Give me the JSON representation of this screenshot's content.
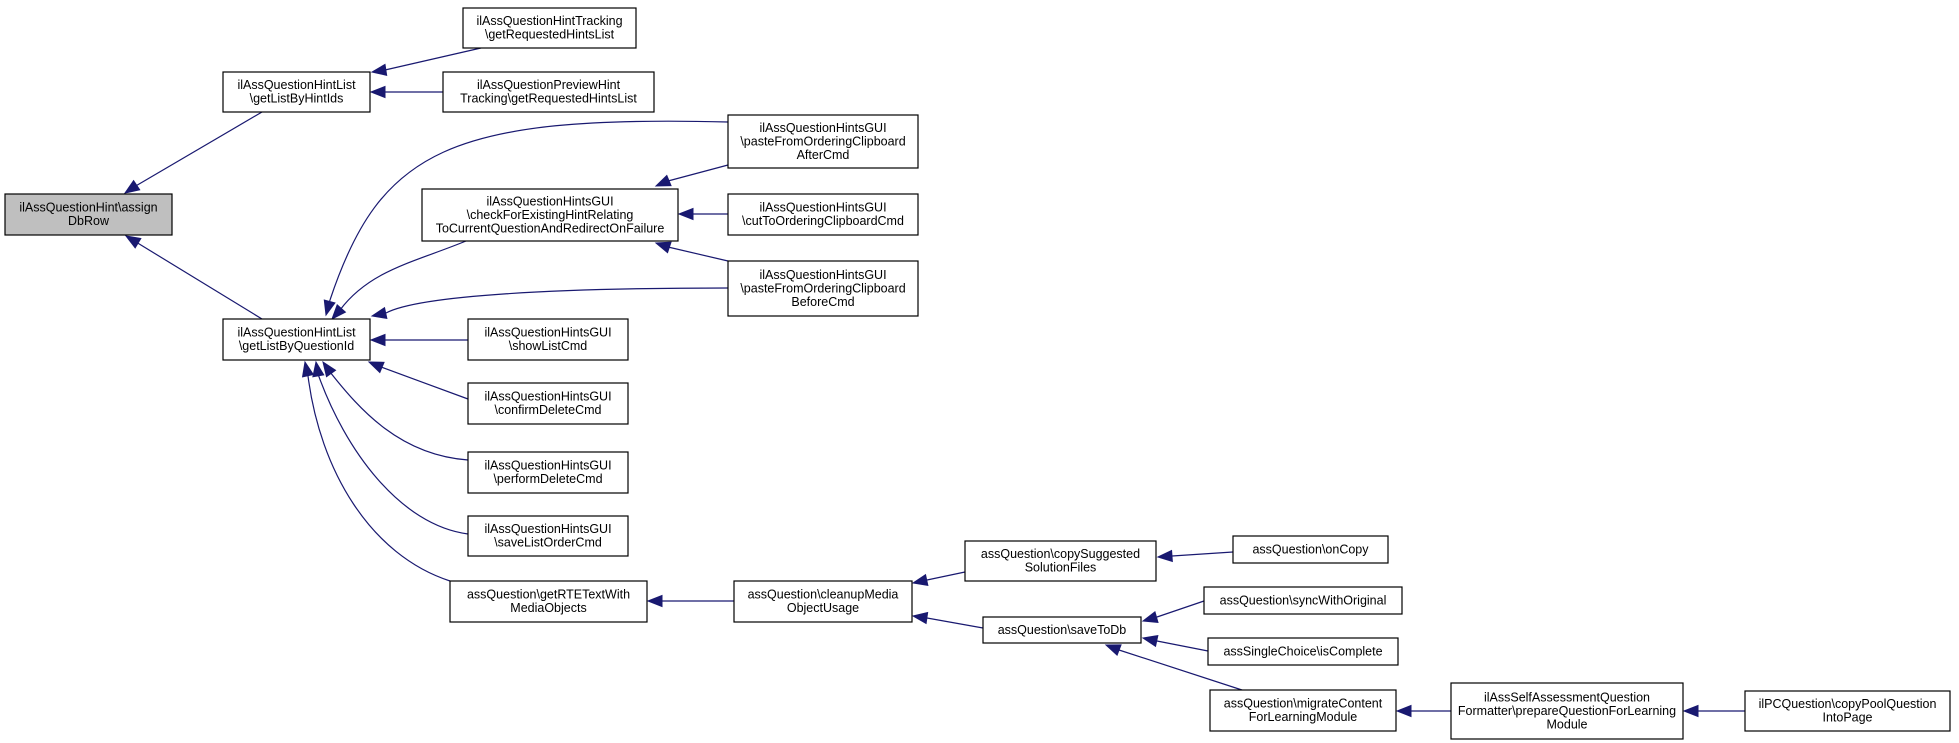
{
  "colors": {
    "edge": "#191970",
    "root_fill": "#bfbfbf",
    "node_fill": "#ffffff",
    "border": "#000000"
  },
  "nodes": [
    {
      "id": "root",
      "lines": [
        "ilAssQuestionHint\\assign",
        "DbRow"
      ],
      "highlight": true
    },
    {
      "id": "hintlist_ids",
      "lines": [
        "ilAssQuestionHintList",
        "\\getListByHintIds"
      ]
    },
    {
      "id": "hintlist_qid",
      "lines": [
        "ilAssQuestionHintList",
        "\\getListByQuestionId"
      ]
    },
    {
      "id": "tracking_req",
      "lines": [
        "ilAssQuestionHintTracking",
        "\\getRequestedHintsList"
      ]
    },
    {
      "id": "preview_req",
      "lines": [
        "ilAssQuestionPreviewHint",
        "Tracking\\getRequestedHintsList"
      ]
    },
    {
      "id": "check_existing",
      "lines": [
        "ilAssQuestionHintsGUI",
        "\\checkForExistingHintRelating",
        "ToCurrentQuestionAndRedirectOnFailure"
      ]
    },
    {
      "id": "paste_after",
      "lines": [
        "ilAssQuestionHintsGUI",
        "\\pasteFromOrderingClipboard",
        "AfterCmd"
      ]
    },
    {
      "id": "cut_clip",
      "lines": [
        "ilAssQuestionHintsGUI",
        "\\cutToOrderingClipboardCmd"
      ]
    },
    {
      "id": "paste_before",
      "lines": [
        "ilAssQuestionHintsGUI",
        "\\pasteFromOrderingClipboard",
        "BeforeCmd"
      ]
    },
    {
      "id": "show_list",
      "lines": [
        "ilAssQuestionHintsGUI",
        "\\showListCmd"
      ]
    },
    {
      "id": "confirm_delete",
      "lines": [
        "ilAssQuestionHintsGUI",
        "\\confirmDeleteCmd"
      ]
    },
    {
      "id": "perform_delete",
      "lines": [
        "ilAssQuestionHintsGUI",
        "\\performDeleteCmd"
      ]
    },
    {
      "id": "save_order",
      "lines": [
        "ilAssQuestionHintsGUI",
        "\\saveListOrderCmd"
      ]
    },
    {
      "id": "get_rte",
      "lines": [
        "assQuestion\\getRTETextWith",
        "MediaObjects"
      ]
    },
    {
      "id": "cleanup_media",
      "lines": [
        "assQuestion\\cleanupMedia",
        "ObjectUsage"
      ]
    },
    {
      "id": "copy_suggested",
      "lines": [
        "assQuestion\\copySuggested",
        "SolutionFiles"
      ]
    },
    {
      "id": "on_copy",
      "lines": [
        "assQuestion\\onCopy"
      ]
    },
    {
      "id": "save_to_db",
      "lines": [
        "assQuestion\\saveToDb"
      ]
    },
    {
      "id": "sync_original",
      "lines": [
        "assQuestion\\syncWithOriginal"
      ]
    },
    {
      "id": "single_complete",
      "lines": [
        "assSingleChoice\\isComplete"
      ]
    },
    {
      "id": "migrate_content",
      "lines": [
        "assQuestion\\migrateContent",
        "ForLearningModule"
      ]
    },
    {
      "id": "self_assessment",
      "lines": [
        "ilAssSelfAssessmentQuestion",
        "Formatter\\prepareQuestionForLearning",
        "Module"
      ]
    },
    {
      "id": "copy_pool",
      "lines": [
        "ilPCQuestion\\copyPoolQuestion",
        "IntoPage"
      ]
    }
  ]
}
